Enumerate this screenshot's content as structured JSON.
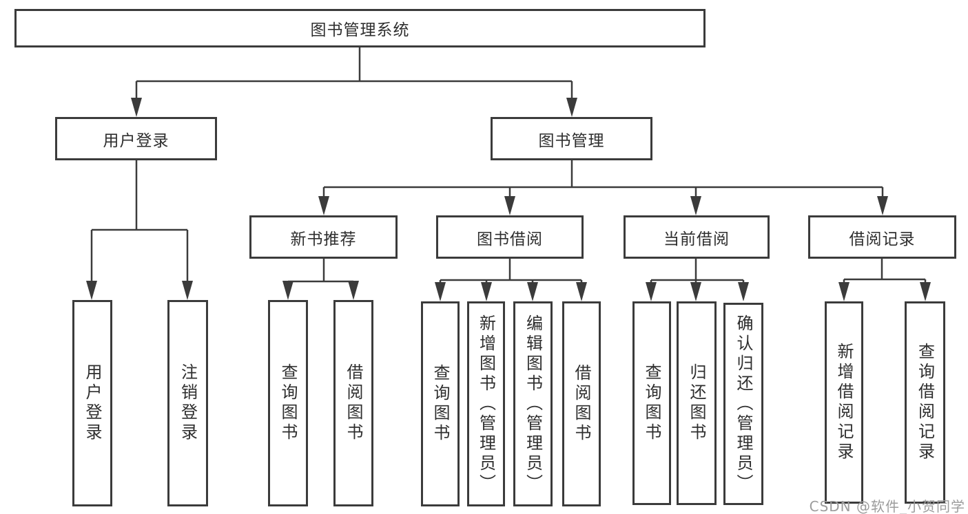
{
  "diagram": {
    "root": {
      "label": "图书管理系统"
    },
    "branches": [
      {
        "label": "用户登录",
        "children": [
          {
            "label": "用户登录"
          },
          {
            "label": "注销登录"
          }
        ]
      },
      {
        "label": "图书管理",
        "children": [
          {
            "label": "新书推荐",
            "children": [
              {
                "label": "查询图书"
              },
              {
                "label": "借阅图书"
              }
            ]
          },
          {
            "label": "图书借阅",
            "children": [
              {
                "label": "查询图书"
              },
              {
                "label": "新增图书（管理员）"
              },
              {
                "label": "编辑图书（管理员）"
              },
              {
                "label": "借阅图书"
              }
            ]
          },
          {
            "label": "当前借阅",
            "children": [
              {
                "label": "查询图书"
              },
              {
                "label": "归还图书"
              },
              {
                "label": "确认归还（管理员）"
              }
            ]
          },
          {
            "label": "借阅记录",
            "children": [
              {
                "label": "新增借阅记录"
              },
              {
                "label": "查询借阅记录"
              }
            ]
          }
        ]
      }
    ]
  },
  "watermark": {
    "text": "CSDN @软件_小贺同学"
  },
  "colors": {
    "line": "#3b3b3b",
    "text": "#2e2e2e",
    "watermark": "#9c9c9c",
    "background": "#ffffff"
  }
}
